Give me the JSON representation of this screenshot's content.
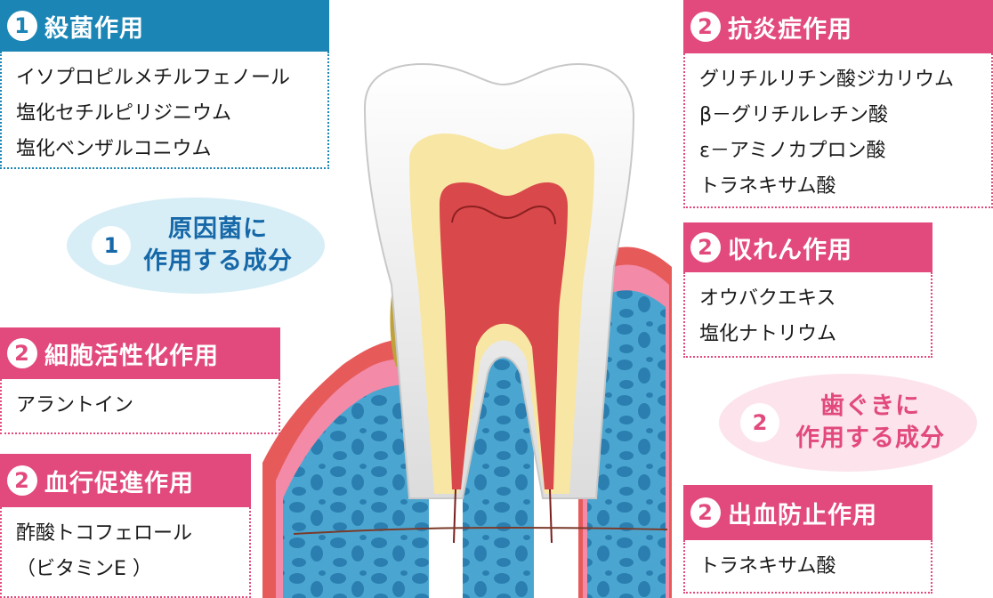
{
  "cards": {
    "bactericidal": {
      "num": "1",
      "title": "殺菌作用",
      "items": [
        "イソプロピルメチルフェノール",
        "塩化セチルピリジニウム",
        "塩化ベンザルコニウム"
      ]
    },
    "anti_inflammatory": {
      "num": "2",
      "title": "抗炎症作用",
      "items": [
        "グリチルリチン酸ジカリウム",
        "β－グリチルレチン酸",
        "ε－アミノカプロン酸",
        "トラネキサム酸"
      ]
    },
    "astringent": {
      "num": "2",
      "title": "収れん作用",
      "items": [
        "オウバクエキス",
        "塩化ナトリウム"
      ]
    },
    "cell_activation": {
      "num": "2",
      "title": "細胞活性化作用",
      "items": [
        "アラントイン"
      ]
    },
    "blood_circulation": {
      "num": "2",
      "title": "血行促進作用",
      "items": [
        "酢酸トコフェロール",
        "（ビタミンE ）"
      ]
    },
    "hemostatic": {
      "num": "2",
      "title": "出血防止作用",
      "items": [
        "トラネキサム酸"
      ]
    }
  },
  "ovals": {
    "cause": {
      "num": "1",
      "line1": "原因菌に",
      "line2": "作用する成分"
    },
    "gums": {
      "num": "2",
      "line1": "歯ぐきに",
      "line2": "作用する成分"
    }
  },
  "colors": {
    "blue": "#1b86b6",
    "pink": "#e2497d",
    "bone": "#4ba9d2",
    "gum": "#f08aa8",
    "dentin": "#f8e8a8",
    "pulp": "#c83a3a"
  }
}
